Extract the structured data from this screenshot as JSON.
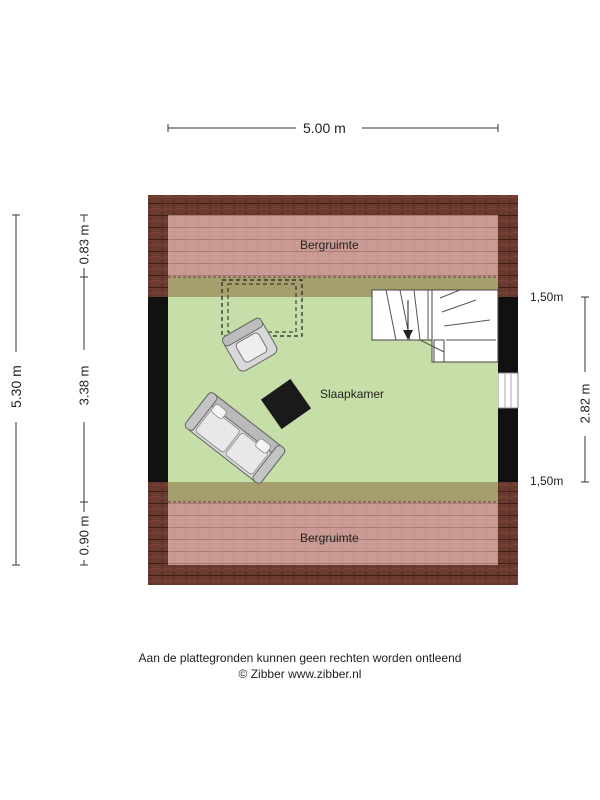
{
  "dimensions": {
    "total_width": "5.00 m",
    "total_height": "5.30 m",
    "segments": [
      "0.83 m",
      "3.38 m",
      "0.90 m"
    ],
    "right_height": "2.82 m",
    "eave_top": "1,50m",
    "eave_bottom": "1,50m"
  },
  "rooms": {
    "storage_top": "Bergruimte",
    "bedroom": "Slaapkamer",
    "storage_bottom": "Bergruimte"
  },
  "footer": {
    "disclaimer": "Aan de plattegronden kunnen geen rechten worden ontleend",
    "copyright": "© Zibber www.zibber.nl"
  },
  "colors": {
    "roof": "#6b3a2e",
    "roof_tint": "#c99b94",
    "floor": "#c6dfa8",
    "eave_overlap": "#9a8a5a",
    "wall": "#111111"
  }
}
